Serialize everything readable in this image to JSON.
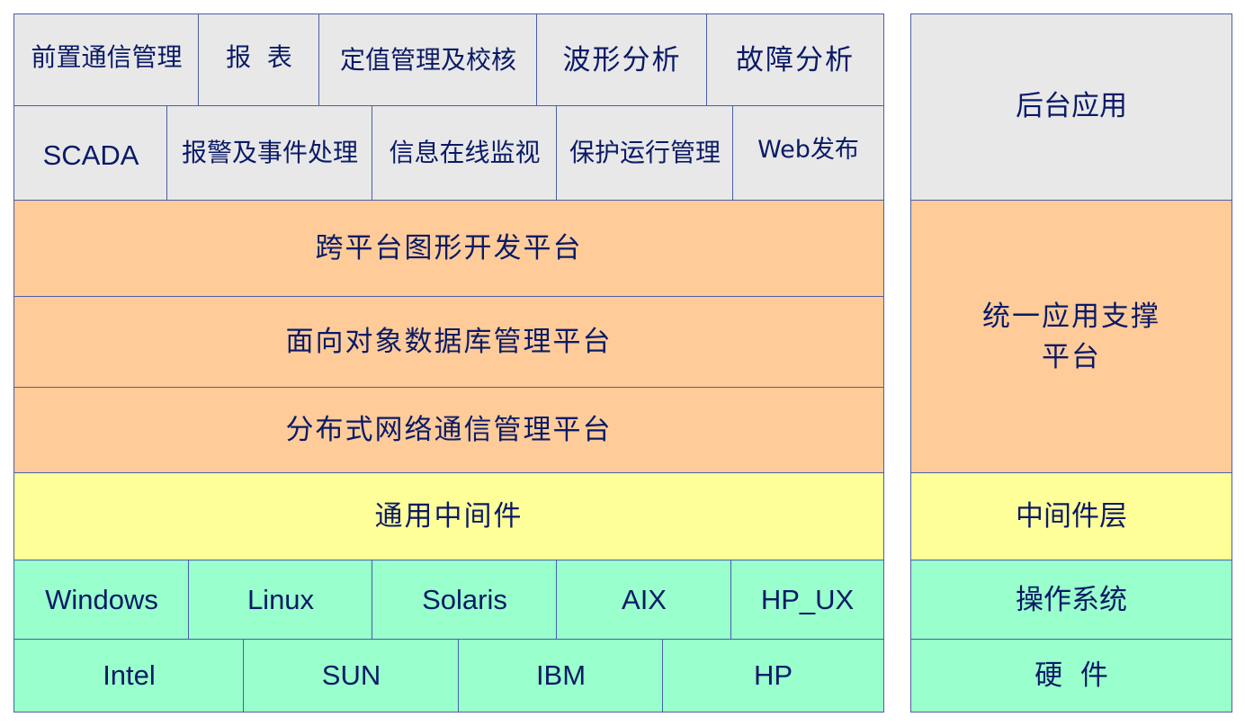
{
  "apps_row1": [
    "前置通信管理",
    "报  表",
    "定值管理及校核",
    "波形分析",
    "故障分析"
  ],
  "apps_row2": [
    "SCADA",
    "报警及事件处理",
    "信息在线监视",
    "保护运行管理",
    "Web发布"
  ],
  "platforms": [
    "跨平台图形开发平台",
    "面向对象数据库管理平台",
    "分布式网络通信管理平台"
  ],
  "middleware": "通用中间件",
  "os": [
    "Windows",
    "Linux",
    "Solaris",
    "AIX",
    "HP_UX"
  ],
  "hardware": [
    "Intel",
    "SUN",
    "IBM",
    "HP"
  ],
  "side": {
    "backend": "后台应用",
    "support": "统一应用支撑\n平台",
    "middleware": "中间件层",
    "os": "操作系统",
    "hardware": "硬  件"
  }
}
